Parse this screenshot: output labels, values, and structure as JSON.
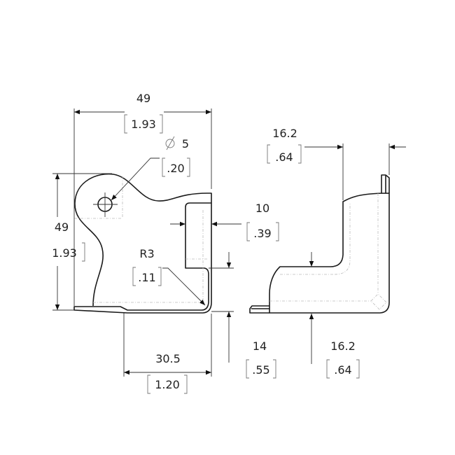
{
  "drawing": {
    "front_view": {
      "width": {
        "mm": "49",
        "in": "1.93"
      },
      "height": {
        "mm": "49",
        "in": "1.93"
      },
      "hole": {
        "mm": "5",
        "in": ".20",
        "symbol": "diameter-icon"
      },
      "radius": {
        "mm": "R3",
        "in": ".11"
      },
      "flange_width": {
        "mm": "10",
        "in": ".39"
      },
      "bottom_width": {
        "mm": "30.5",
        "in": "1.20"
      },
      "flange_height": {
        "mm": "14",
        "in": ".55"
      }
    },
    "side_view": {
      "top_width": {
        "mm": "16.2",
        "in": ".64"
      },
      "bottom_width": {
        "mm": "16.2",
        "in": ".64"
      }
    }
  }
}
